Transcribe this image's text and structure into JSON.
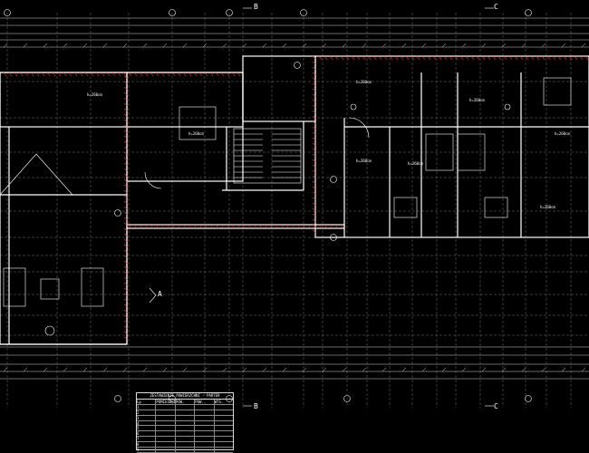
{
  "section_markers": {
    "B_top": "B",
    "C_top": "C",
    "B_bottom": "B",
    "C_bottom": "C",
    "A_side": "A"
  },
  "room_labels": [
    "h=260cm",
    "h=260cm",
    "h=260cm",
    "h=260cm",
    "h=260cm",
    "h=260cm",
    "h=260cm",
    "h=260cm"
  ],
  "legend": {
    "title": "ZESTAWIENIE POWIERZCHNI - PARTER",
    "headers": [
      "Lp",
      "POMIESZCZENIE",
      "POW.",
      "POW.",
      "WYS."
    ],
    "rows": [
      [
        "1",
        "",
        "",
        "",
        ""
      ],
      [
        "2",
        "",
        "",
        "",
        ""
      ],
      [
        "3",
        "",
        "",
        "",
        ""
      ],
      [
        "4",
        "",
        "",
        "",
        ""
      ],
      [
        "5",
        "",
        "",
        "",
        ""
      ],
      [
        "6",
        "",
        "",
        "",
        ""
      ],
      [
        "7",
        "",
        "",
        "",
        ""
      ],
      [
        "8",
        "",
        "",
        "",
        ""
      ],
      [
        "9",
        "",
        "",
        "",
        ""
      ]
    ]
  },
  "colors": {
    "background": "#000000",
    "walls": "#ffffff",
    "dim": "#cfcfcf",
    "grid": "#8a8a8a",
    "hatch": "#ff3b3b",
    "accent": "#e6e6e6"
  }
}
